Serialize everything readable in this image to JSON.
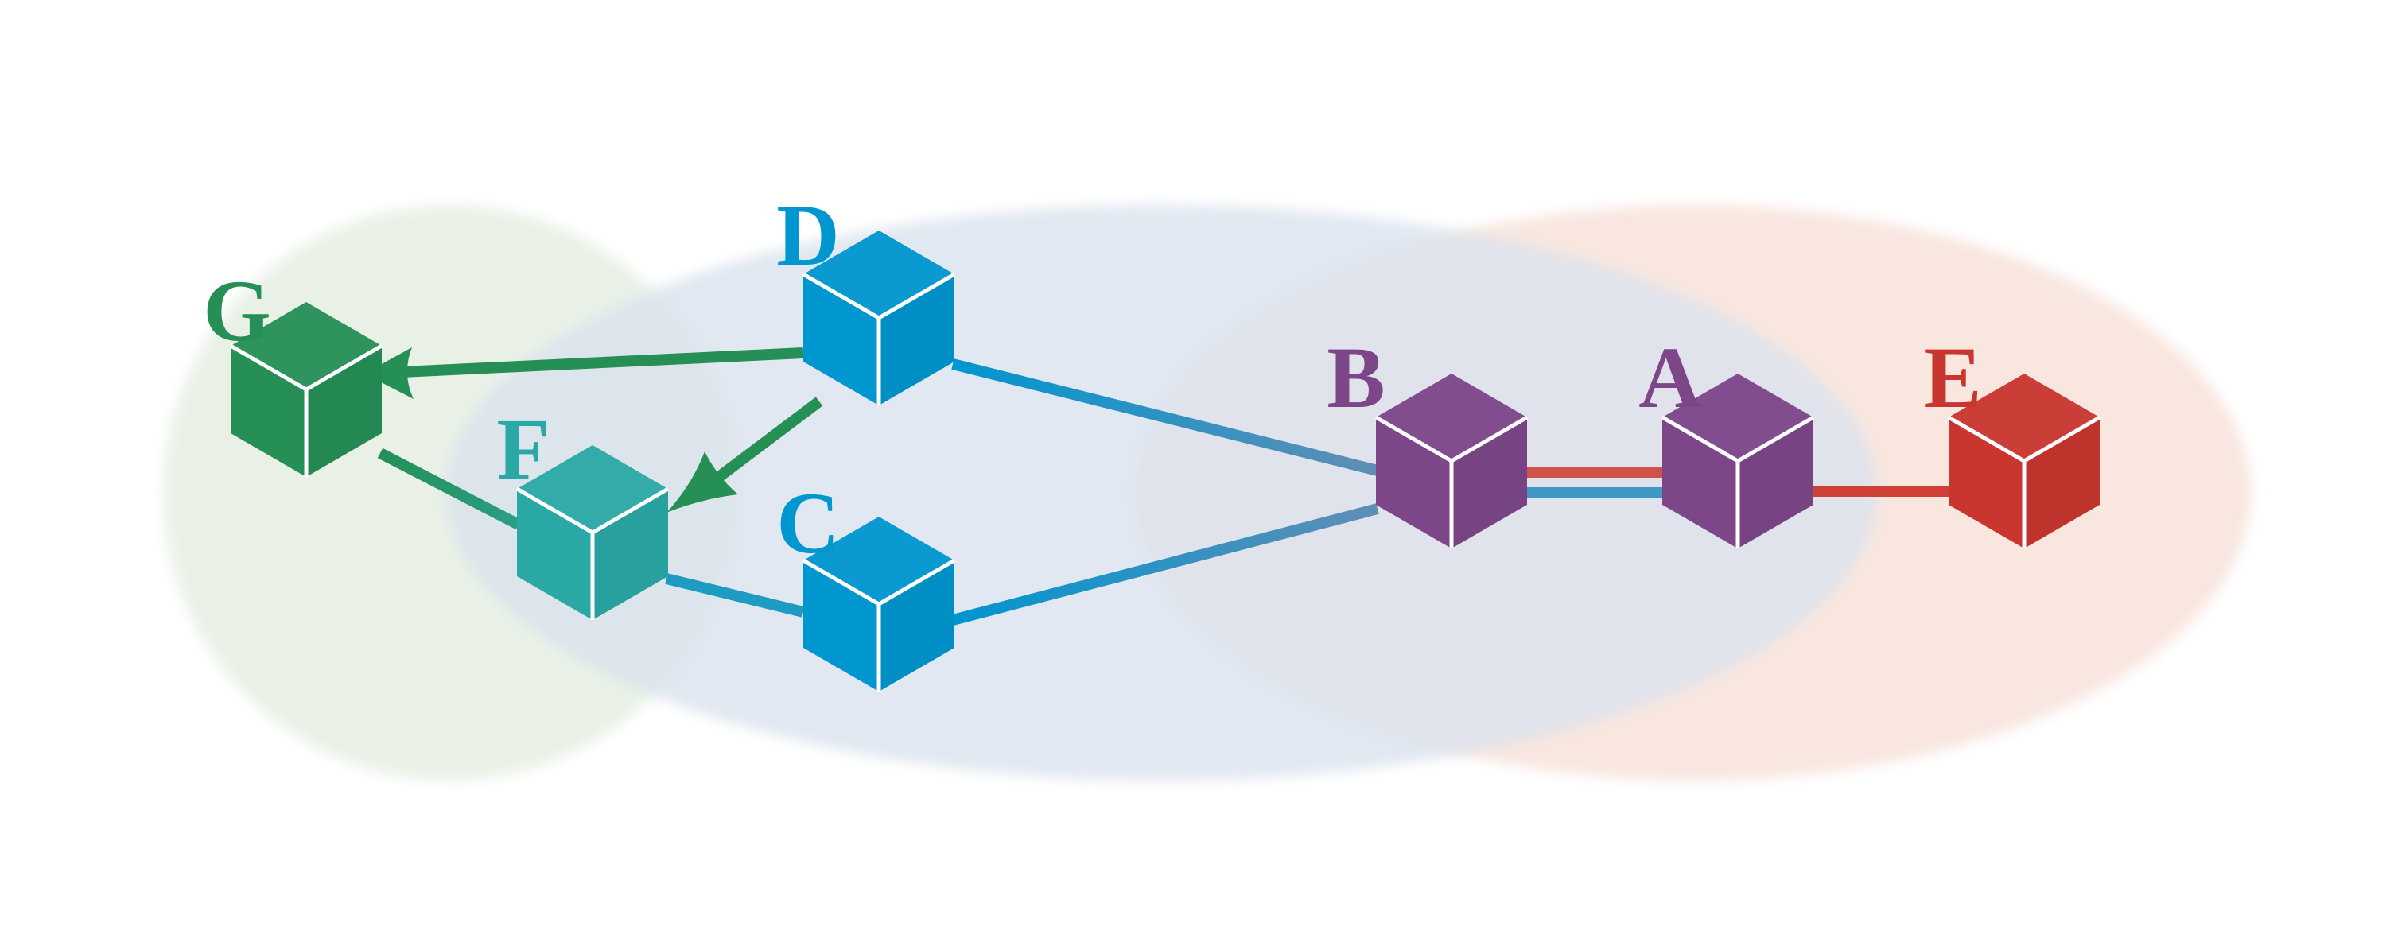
{
  "colors": {
    "green": "#258F55",
    "teal": "#2AA8A5",
    "blue": "#0096CF",
    "purple": "#7D4689",
    "red": "#C9362F",
    "region_green": "#E8F1E6",
    "region_blue": "#DBE3EE",
    "region_red": "#F7E2DA"
  },
  "nodes": [
    {
      "id": "G",
      "label": "G",
      "color": "green"
    },
    {
      "id": "F",
      "label": "F",
      "color": "teal"
    },
    {
      "id": "D",
      "label": "D",
      "color": "blue"
    },
    {
      "id": "C",
      "label": "C",
      "color": "blue"
    },
    {
      "id": "B",
      "label": "B",
      "color": "purple"
    },
    {
      "id": "A",
      "label": "A",
      "color": "purple"
    },
    {
      "id": "E",
      "label": "E",
      "color": "red"
    }
  ],
  "edges": [
    {
      "from": "D",
      "to": "G",
      "color": "green",
      "arrow": true
    },
    {
      "from": "D",
      "to": "F",
      "color": "green",
      "arrow": true
    },
    {
      "from": "G",
      "to": "F",
      "color": "green",
      "arrow": false
    },
    {
      "from": "F",
      "to": "C",
      "color": "blue",
      "arrow": false
    },
    {
      "from": "D",
      "to": "B",
      "color": "blue",
      "arrow": false
    },
    {
      "from": "C",
      "to": "B",
      "color": "blue",
      "arrow": false
    },
    {
      "from": "B",
      "to": "A",
      "color": "red",
      "arrow": false
    },
    {
      "from": "B",
      "to": "A",
      "color": "blue",
      "arrow": false
    },
    {
      "from": "A",
      "to": "E",
      "color": "red",
      "arrow": false
    }
  ]
}
